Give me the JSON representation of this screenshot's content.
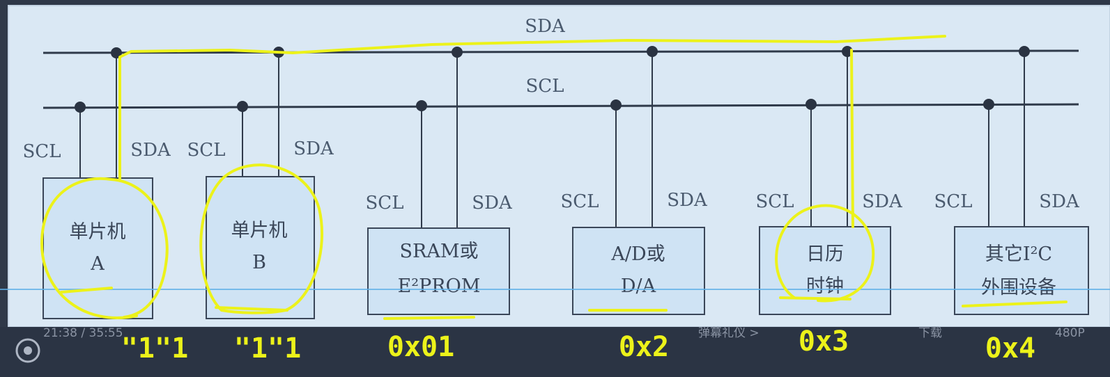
{
  "buses": {
    "sda_label": "SDA",
    "scl_label": "SCL"
  },
  "devices": [
    {
      "id": "mcu-a",
      "line1": "单片机",
      "line2": "A",
      "scl_label": "SCL",
      "sda_label": "SDA",
      "annotation": "\"1\"1"
    },
    {
      "id": "mcu-b",
      "line1": "单片机",
      "line2": "B",
      "scl_label": "SCL",
      "sda_label": "SDA",
      "annotation": "\"1\"1"
    },
    {
      "id": "sram",
      "line1": "SRAM或",
      "line2": "E²PROM",
      "scl_label": "SCL",
      "sda_label": "SDA",
      "annotation": "0x01"
    },
    {
      "id": "adc",
      "line1": "A/D或",
      "line2": "D/A",
      "scl_label": "SCL",
      "sda_label": "SDA",
      "annotation": "0x2"
    },
    {
      "id": "rtc",
      "line1": "日历",
      "line2": "时钟",
      "scl_label": "SCL",
      "sda_label": "SDA",
      "annotation": "0x3"
    },
    {
      "id": "other",
      "line1": "其它I²C",
      "line2": "外围设备",
      "scl_label": "SCL",
      "sda_label": "SDA",
      "annotation": "0x4"
    }
  ],
  "player": {
    "time": "21:38 / 35:55",
    "danmu": "弹幕礼仪 >",
    "download": "下载",
    "quality": "480P"
  },
  "colors": {
    "highlight": "#ecf21a",
    "line": "#2f3a4a",
    "box_fill": "#cfe3f4",
    "panel": "#dbe8f4"
  }
}
